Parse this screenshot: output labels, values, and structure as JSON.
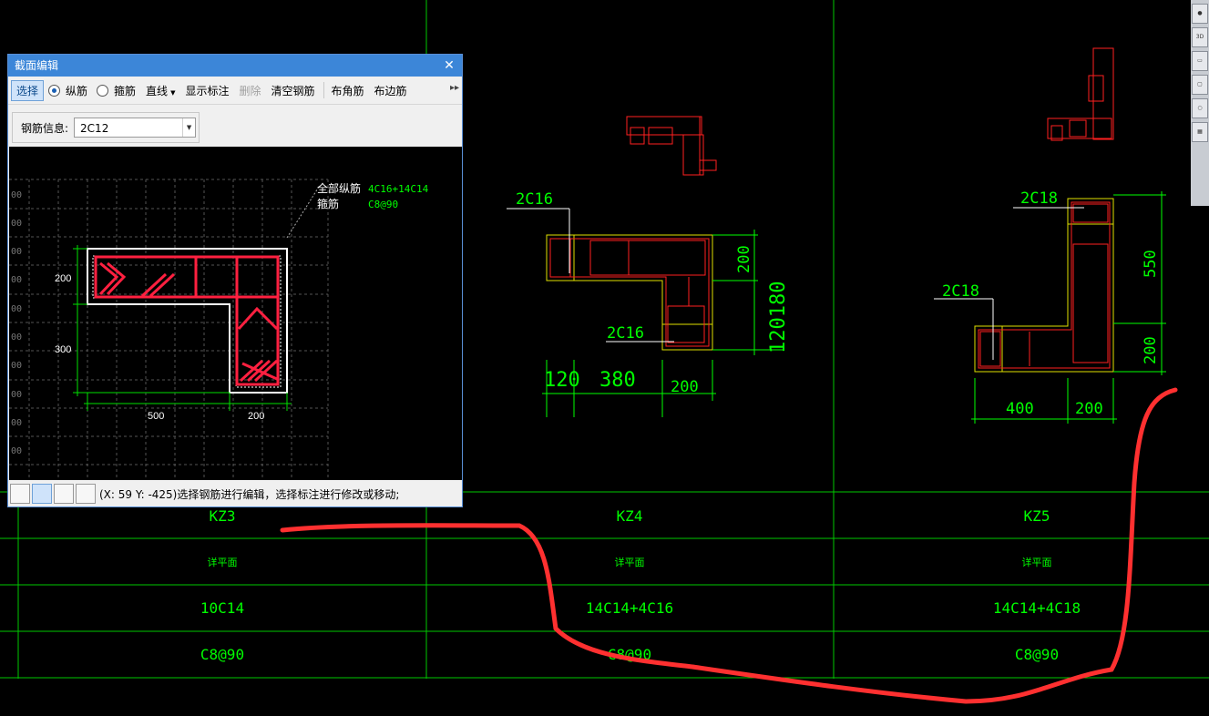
{
  "dialog": {
    "title": "截面编辑",
    "close_label": "✕",
    "toolbar": {
      "select": "选择",
      "longitudinal_radio": "纵筋",
      "stirrup_radio": "箍筋",
      "line_dropdown": "直线",
      "show_annotation": "显示标注",
      "delete": "删除",
      "clear_rebar": "清空钢筋",
      "corner_rebar": "布角筋",
      "edge_rebar": "布边筋",
      "more": "▸▸"
    },
    "rebar_info_label": "钢筋信息:",
    "rebar_info_value": "2C12",
    "canvas": {
      "all_long_label": "全部纵筋",
      "all_long_value": "4C16+14C14",
      "stirrup_label": "箍筋",
      "stirrup_value": "C8@90",
      "dim_200_v": "200",
      "dim_300_v": "300",
      "dim_500_h": "500",
      "dim_200_h": "200",
      "grid_labels": [
        "00",
        "00",
        "00",
        "00",
        "00",
        "00",
        "00",
        "00",
        "00",
        "00"
      ]
    },
    "status_text": "(X: 59 Y: -425)选择钢筋进行编辑，选择标注进行修改或移动;"
  },
  "cad": {
    "kz4_detail": {
      "label_top": "2C16",
      "label_bottom": "2C16",
      "dim_right_200": "200",
      "dim_right_120180": "120180",
      "dim_120": "120",
      "dim_380": "380",
      "dim_200": "200"
    },
    "kz5_detail": {
      "label_top": "2C18",
      "label_left": "2C18",
      "dim_550": "550",
      "dim_200_v": "200",
      "dim_400": "400",
      "dim_200_h": "200"
    },
    "table": {
      "names": [
        "KZ3",
        "KZ4",
        "KZ5"
      ],
      "sections": [
        "详平面",
        "详平面",
        "详平面"
      ],
      "longitudinal": [
        "10C14",
        "14C14+4C16",
        "14C14+4C18"
      ],
      "stirrups": [
        "C8@90",
        "C8@90",
        "C8@90"
      ]
    }
  },
  "colors": {
    "cad_green": "#00ff00",
    "cad_red": "#ff2020",
    "cad_yellow": "#e0e000",
    "annotation_red": "#ff3030",
    "dialog_title": "#3c86d8"
  }
}
